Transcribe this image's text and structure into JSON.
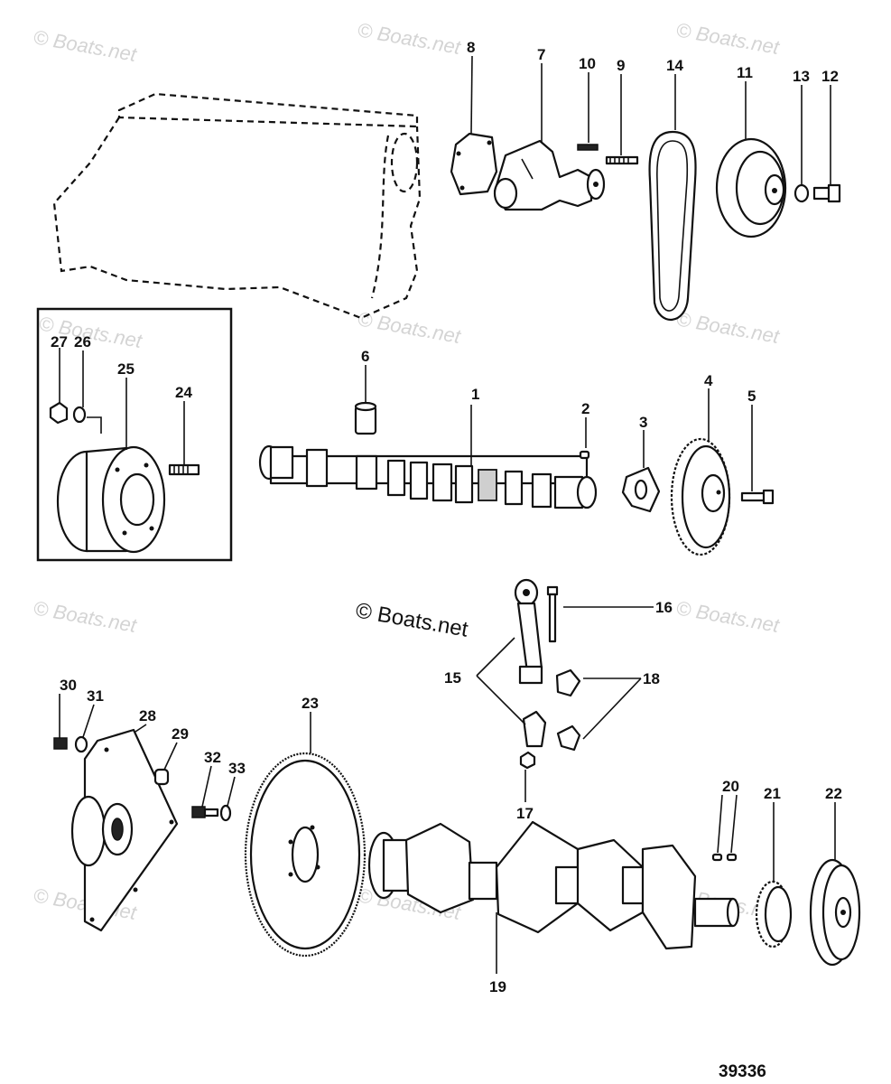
{
  "watermark": "© Boats.net",
  "figure_number": "39336",
  "callouts": {
    "c1": "1",
    "c2": "2",
    "c3": "3",
    "c4": "4",
    "c5": "5",
    "c6": "6",
    "c7": "7",
    "c8": "8",
    "c9": "9",
    "c10": "10",
    "c11": "11",
    "c12": "12",
    "c13": "13",
    "c14": "14",
    "c15": "15",
    "c16": "16",
    "c17": "17",
    "c18": "18",
    "c19": "19",
    "c20": "20",
    "c21": "21",
    "c22": "22",
    "c23": "23",
    "c24": "24",
    "c25": "25",
    "c26": "26",
    "c27": "27",
    "c28": "28",
    "c29": "29",
    "c30": "30",
    "c31": "31",
    "c32": "32",
    "c33": "33"
  }
}
